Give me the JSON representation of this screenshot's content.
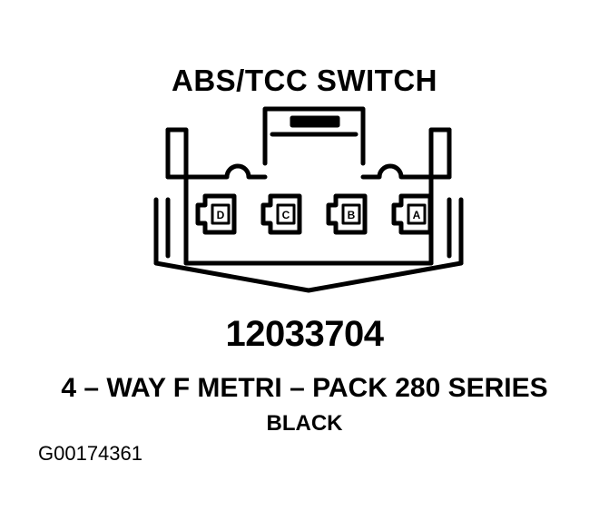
{
  "title": "ABS/TCC SWITCH",
  "part_number": "12033704",
  "description": "4 – WAY F METRI – PACK 280 SERIES",
  "color": "BLACK",
  "figure_id": "G00174361",
  "pins": [
    {
      "label": "D"
    },
    {
      "label": "C"
    },
    {
      "label": "B"
    },
    {
      "label": "A"
    }
  ]
}
